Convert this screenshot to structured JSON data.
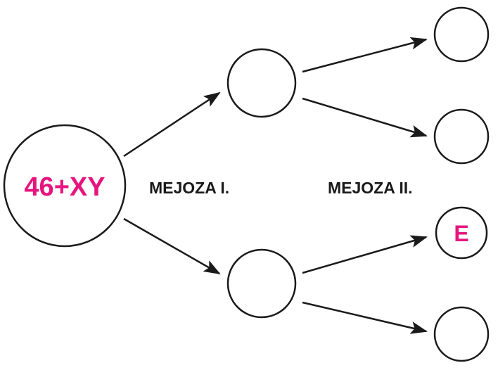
{
  "diagram": {
    "parent_cell": {
      "label": "46+XY"
    },
    "stages": {
      "meiosis_1": "MEJOZA I.",
      "meiosis_2": "MEJOZA II."
    },
    "daughter_cells": [
      {
        "id": "top",
        "label": ""
      },
      {
        "id": "bottom",
        "label": ""
      }
    ],
    "gametes": [
      {
        "id": "g1",
        "label": ""
      },
      {
        "id": "g2",
        "label": ""
      },
      {
        "id": "g3",
        "label": "E"
      },
      {
        "id": "g4",
        "label": ""
      }
    ],
    "colors": {
      "highlight": "#e6157e",
      "stroke": "#1a1a1a"
    }
  }
}
